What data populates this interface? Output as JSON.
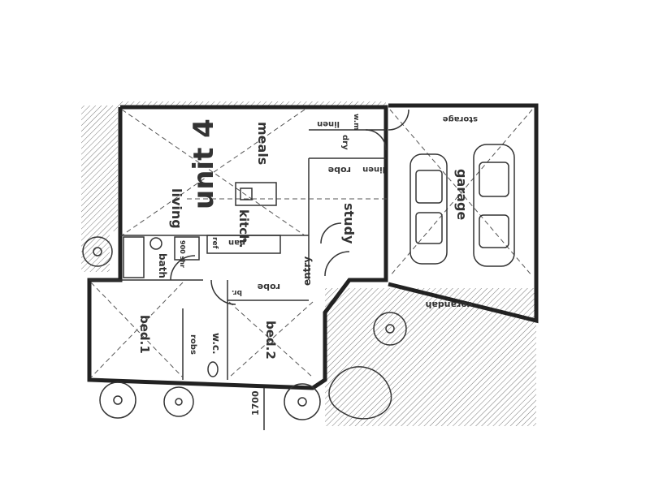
{
  "plan": {
    "title": "unit 4",
    "rooms": {
      "living": "living",
      "meals": "meals",
      "kitch": "kitch.",
      "study": "study",
      "garage": "garage",
      "verandah": "verandah",
      "storage": "storage",
      "bed1": "bed.1",
      "bed2": "bed.2",
      "bath": "bath",
      "wc": "w.c.",
      "entry": "entry",
      "robe_study": "robe",
      "robe_bed2": "robe",
      "robs_bed1": "robs",
      "linen_top": "linen",
      "linen_mid": "linen",
      "dry": "dry",
      "wm": "w.m",
      "ref": "ref",
      "pan": "pan",
      "shr": "900 shr",
      "br": "br."
    },
    "dimension": "1700"
  }
}
